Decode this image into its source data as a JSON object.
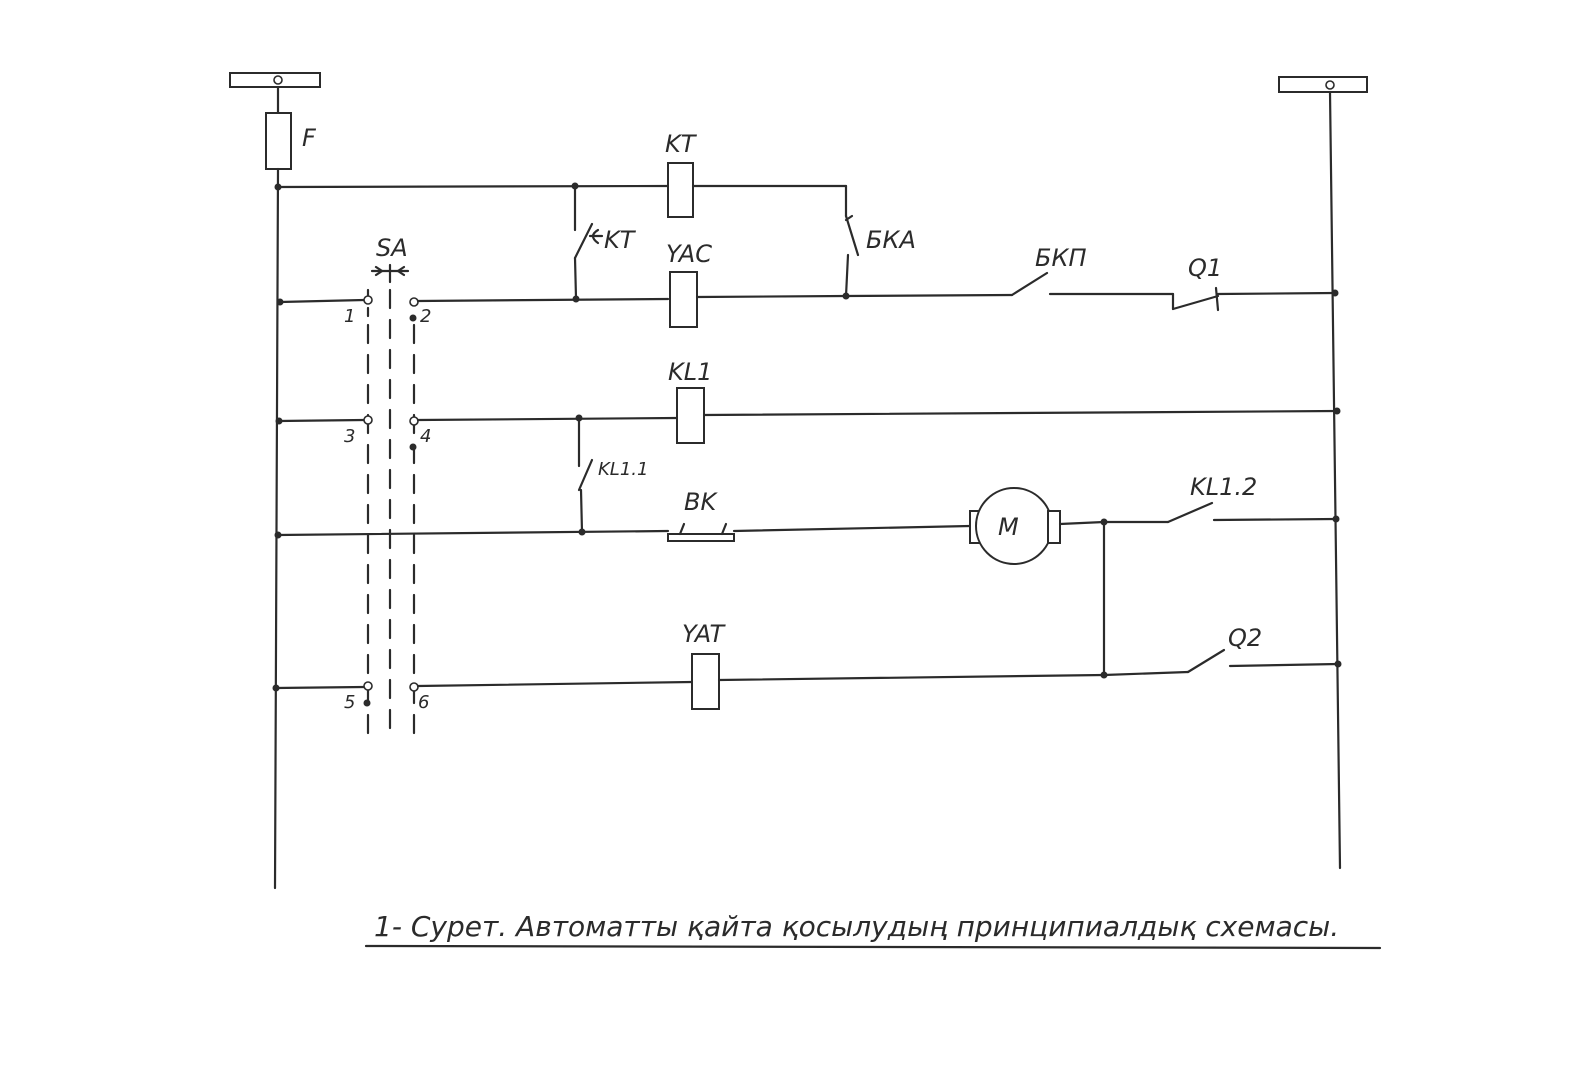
{
  "labels": {
    "fuse": "F",
    "kt_coil": "KT",
    "kt_contact": "KT",
    "bka": "БКА",
    "yac": "YAC",
    "sa": "SA",
    "bkp": "БКП",
    "q1": "Q1",
    "kl1_coil": "KL1",
    "kl11": "KL1.1",
    "bk": "BK",
    "motor": "M",
    "kl12": "KL1.2",
    "yat": "YAT",
    "q2": "Q2",
    "term1": "1",
    "term2": "2",
    "term3": "3",
    "term4": "4",
    "term5": "5",
    "term6": "6"
  },
  "caption": "1- Сурет.  Автоматты қайта қосылудың принципиалдық схемасы."
}
